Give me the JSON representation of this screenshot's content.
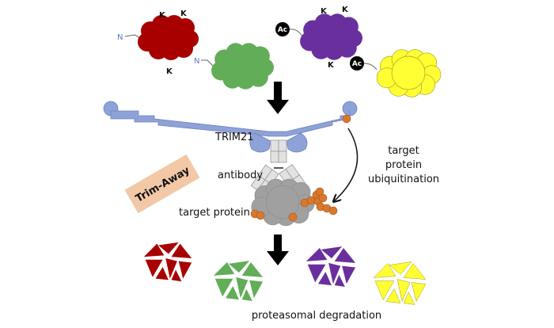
{
  "proteins": {
    "n_terminus_label": "N",
    "lysine_label": "K",
    "acetyl_label": "Ac"
  },
  "labels": {
    "trim21": "TRIM21",
    "antibody": "antibody",
    "target_protein": "target protein",
    "ubiquitination_line1": "target",
    "ubiquitination_line2": "protein",
    "ubiquitination_line3": "ubiquitination",
    "method": "Trim-Away",
    "degradation": "proteasomal degradation"
  },
  "colors": {
    "red_protein": "#a80000",
    "green_protein": "#62ad58",
    "purple_protein": "#6a2f9e",
    "yellow_protein": "#ffff33",
    "trim21": "#8ea2d8",
    "ubiquitin": "#d9782d",
    "target_protein": "#a0a0a0",
    "method_badge": "#f2c8a6"
  }
}
